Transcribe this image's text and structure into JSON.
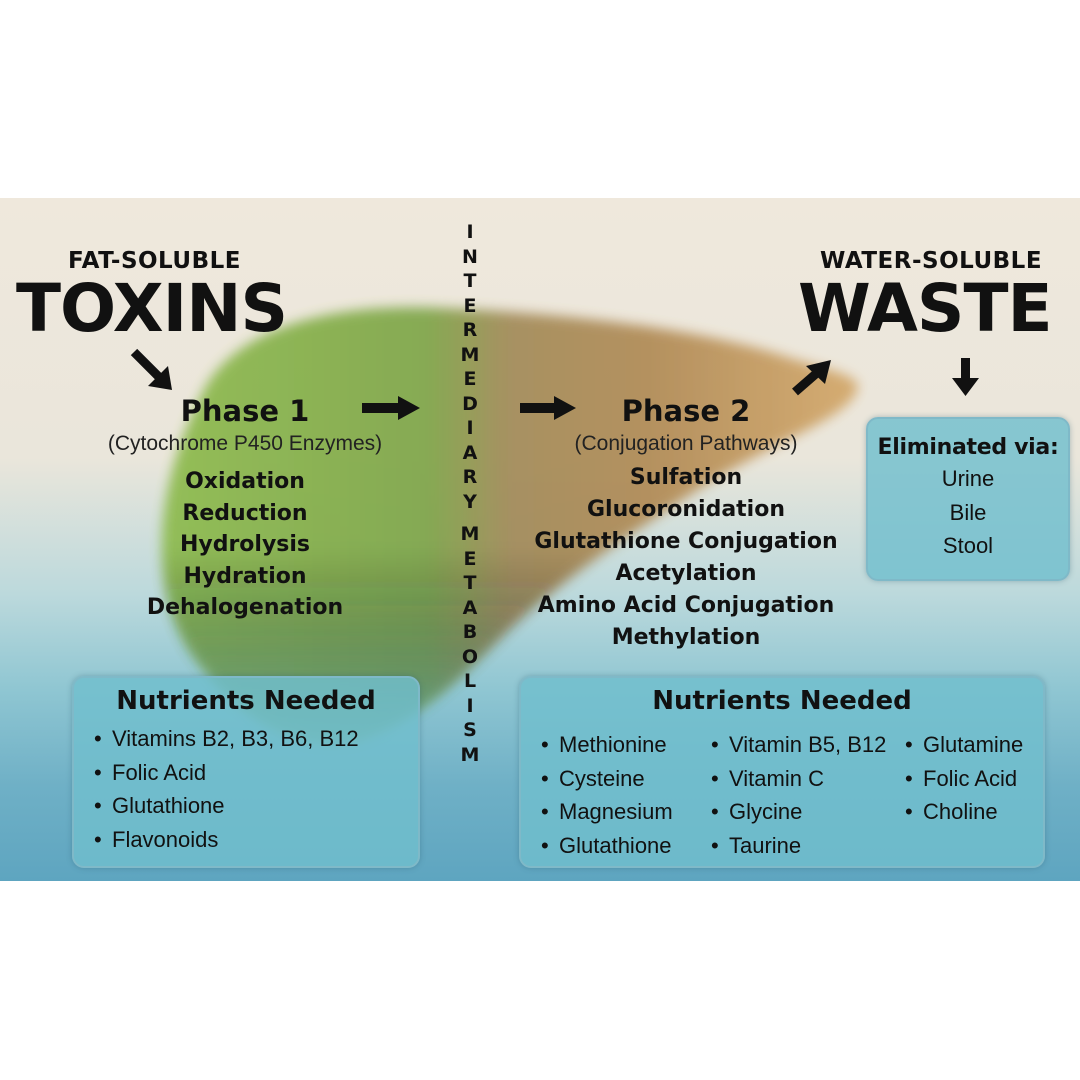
{
  "left_header": {
    "sub": "FAT-SOLUBLE",
    "main": "TOXINS"
  },
  "right_header": {
    "sub": "WATER-SOLUBLE",
    "main": "WASTE"
  },
  "center_label": [
    "I",
    "N",
    "T",
    "E",
    "R",
    "M",
    "E",
    "D",
    "I",
    "A",
    "R",
    "Y",
    "M",
    "E",
    "T",
    "A",
    "B",
    "O",
    "L",
    "I",
    "S",
    "M"
  ],
  "phase1": {
    "title": "Phase 1",
    "subtitle": "(Cytochrome P450 Enzymes)",
    "reactions": [
      "Oxidation",
      "Reduction",
      "Hydrolysis",
      "Hydration",
      "Dehalogenation"
    ]
  },
  "phase2": {
    "title": "Phase 2",
    "subtitle": "(Conjugation Pathways)",
    "reactions": [
      "Sulfation",
      "Glucoronidation",
      "Glutathione Conjugation",
      "Acetylation",
      "Amino Acid Conjugation",
      "Methylation"
    ]
  },
  "elimination": {
    "title": "Eliminated via:",
    "items": [
      "Urine",
      "Bile",
      "Stool"
    ]
  },
  "nutrients1": {
    "title": "Nutrients Needed",
    "items": [
      "Vitamins B2, B3, B6, B12",
      "Folic Acid",
      "Glutathione",
      "Flavonoids"
    ]
  },
  "nutrients2": {
    "title": "Nutrients Needed",
    "col1": [
      "Methionine",
      "Cysteine",
      "Magnesium",
      "Glutathione"
    ],
    "col2": [
      "Vitamin B5, B12",
      "Vitamin C",
      "Glycine",
      "Taurine"
    ],
    "col3": [
      "Glutamine",
      "Folic Acid",
      "Choline"
    ]
  },
  "colors": {
    "liver_left": "#7fb04a",
    "liver_right": "#b08a55",
    "box": "#70becd",
    "arrow": "#111111"
  }
}
